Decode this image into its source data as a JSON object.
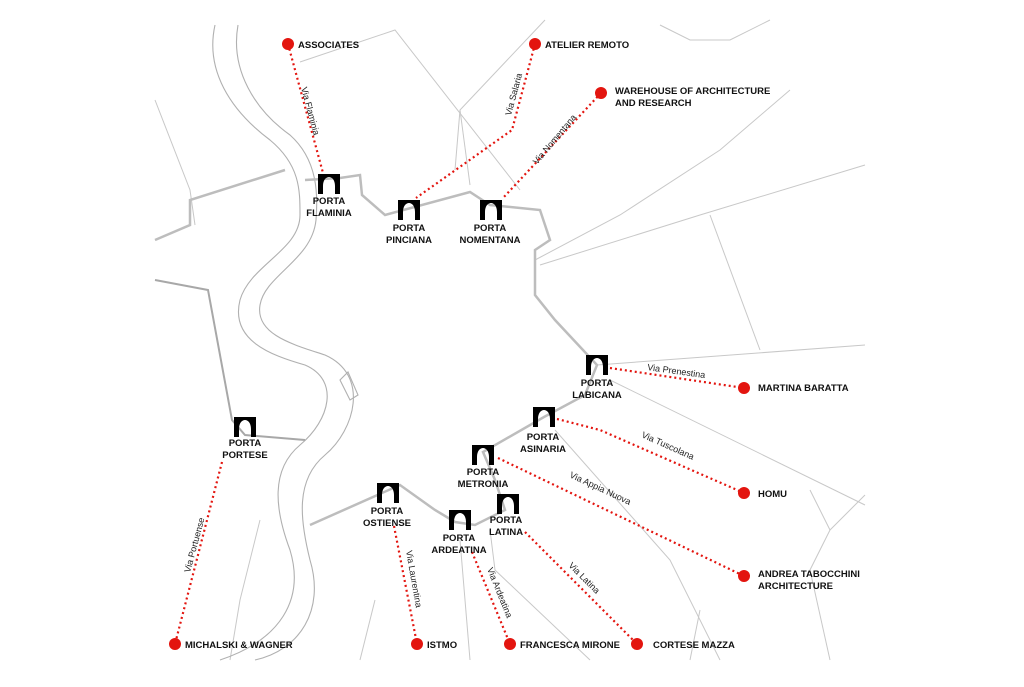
{
  "gates": [
    {
      "line1": "PORTA",
      "line2": "FLAMINIA"
    },
    {
      "line1": "PORTA",
      "line2": "PINCIANA"
    },
    {
      "line1": "PORTA",
      "line2": "NOMENTANA"
    },
    {
      "line1": "PORTA",
      "line2": "LABICANA"
    },
    {
      "line1": "PORTA",
      "line2": "ASINARIA"
    },
    {
      "line1": "PORTA",
      "line2": "METRONIA"
    },
    {
      "line1": "PORTA",
      "line2": "OSTIENSE"
    },
    {
      "line1": "PORTA",
      "line2": "ARDEATINA"
    },
    {
      "line1": "PORTA",
      "line2": "LATINA"
    },
    {
      "line1": "PORTA",
      "line2": "PORTESE"
    }
  ],
  "studios": [
    {
      "line1": "ASSOCIATES",
      "line2": ""
    },
    {
      "line1": "ATELIER REMOTO",
      "line2": ""
    },
    {
      "line1": "WAREHOUSE OF ARCHITECTURE",
      "line2": "AND RESEARCH"
    },
    {
      "line1": "MARTINA BARATTA",
      "line2": ""
    },
    {
      "line1": "HOMU",
      "line2": ""
    },
    {
      "line1": "ANDREA TABOCCHINI",
      "line2": "ARCHITECTURE"
    },
    {
      "line1": "CORTESE MAZZA",
      "line2": ""
    },
    {
      "line1": "FRANCESCA MIRONE",
      "line2": ""
    },
    {
      "line1": "ISTMO",
      "line2": ""
    },
    {
      "line1": "MICHALSKI & WAGNER",
      "line2": ""
    }
  ],
  "roads": [
    "Via Flaminia",
    "Via Salaria",
    "Via Nomentana",
    "Via Prenestina",
    "Via Tuscolana",
    "Via Appia Nuova",
    "Via Latina",
    "Via Ardeatina",
    "Via Laurentina",
    "Via Portuense"
  ],
  "colors": {
    "route": "#e3150f",
    "gate": "#000000",
    "wall": "#bdbdbd",
    "road": "#c8c8c8"
  }
}
